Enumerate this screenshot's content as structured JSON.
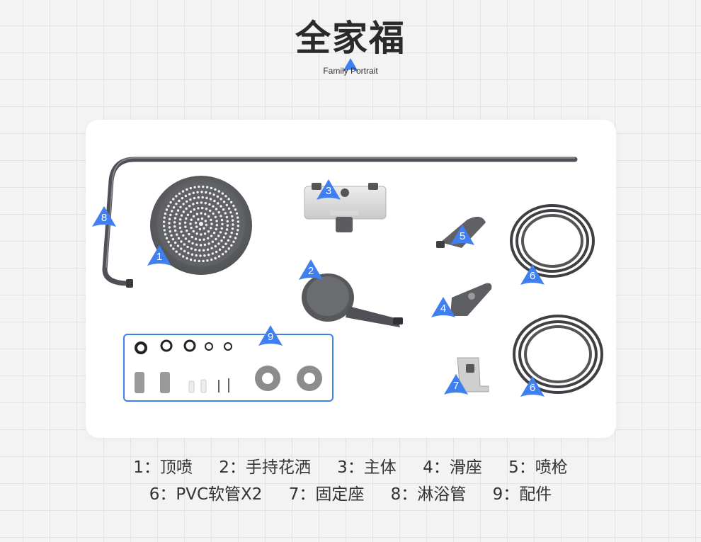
{
  "header": {
    "title": "全家福",
    "subtitle": "Family Portrait"
  },
  "colors": {
    "accent": "#3f7ff0",
    "metal": "#5d5f63",
    "text": "#333333"
  },
  "badges": [
    {
      "id": "1",
      "label": "1"
    },
    {
      "id": "2",
      "label": "2"
    },
    {
      "id": "3",
      "label": "3"
    },
    {
      "id": "4",
      "label": "4"
    },
    {
      "id": "5",
      "label": "5"
    },
    {
      "id": "6a",
      "label": "6"
    },
    {
      "id": "6b",
      "label": "6"
    },
    {
      "id": "7",
      "label": "7"
    },
    {
      "id": "8",
      "label": "8"
    },
    {
      "id": "9",
      "label": "9"
    }
  ],
  "legend": {
    "row1": [
      "1：顶喷",
      "2：手持花洒",
      "3：主体",
      "4：滑座",
      "5：喷枪"
    ],
    "row2": [
      "6：PVC软管X2",
      "7：固定座",
      "8：淋浴管",
      "9：配件"
    ]
  }
}
